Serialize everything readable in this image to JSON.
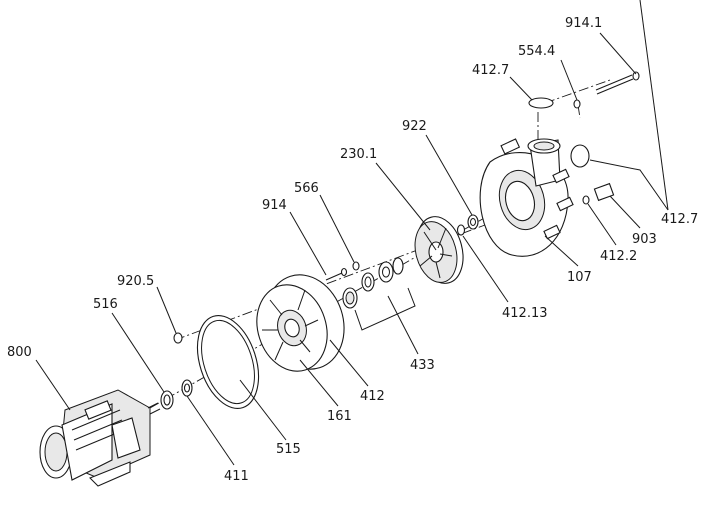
{
  "labels": {
    "l914_1": "914.1",
    "l554_4": "554.4",
    "l412_7_top": "412.7",
    "l922": "922",
    "l230_1": "230.1",
    "l566": "566",
    "l914": "914",
    "l920_5": "920.5",
    "l516": "516",
    "l800": "800",
    "l411": "411",
    "l515": "515",
    "l161": "161",
    "l412": "412",
    "l433": "433",
    "l412_13": "412.13",
    "l107": "107",
    "l412_2": "412.2",
    "l903": "903",
    "l412_7_right": "412.7"
  }
}
